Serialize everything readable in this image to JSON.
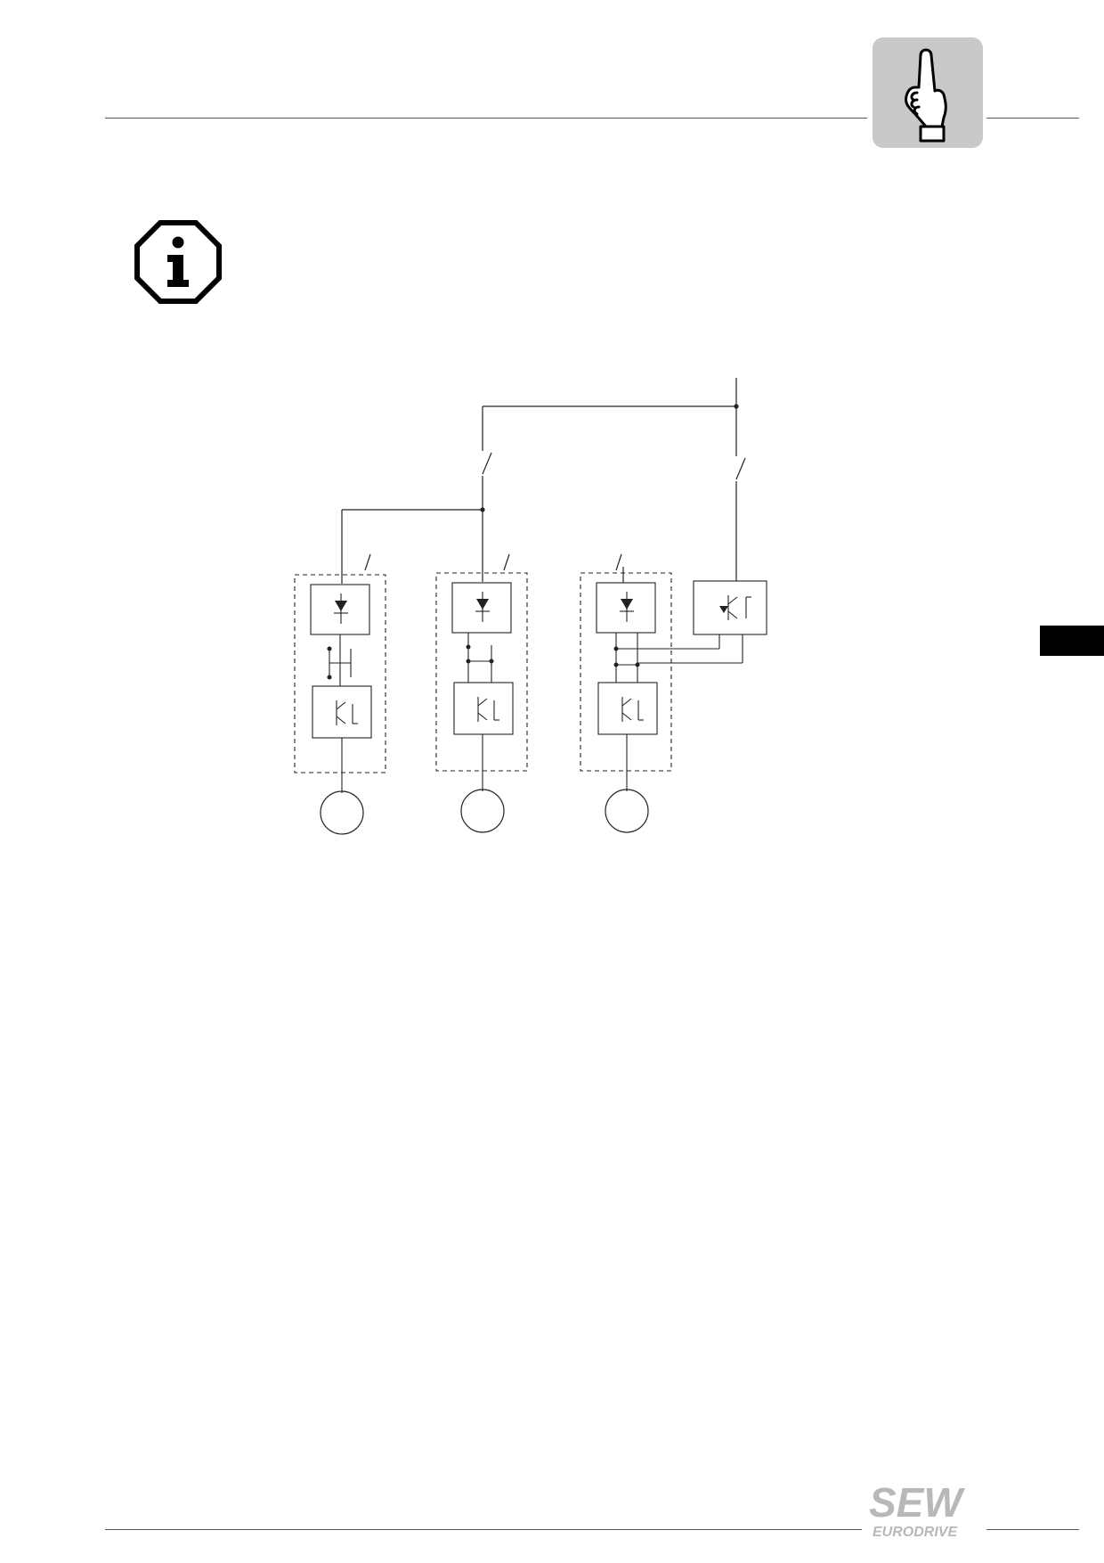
{
  "header": {
    "icon": "pointing-hand-icon",
    "tab_color": "#c9c9c9"
  },
  "note": {
    "icon": "info-octagon-icon"
  },
  "side_tab": {
    "color": "#000000"
  },
  "figure": {
    "type": "circuit-schematic",
    "drive_units": 3,
    "external_module": 1,
    "motors": 3
  },
  "footer": {
    "logo": {
      "brand": "SEW",
      "sub": "EURODRIVE",
      "color": "#b8b8b8"
    }
  }
}
